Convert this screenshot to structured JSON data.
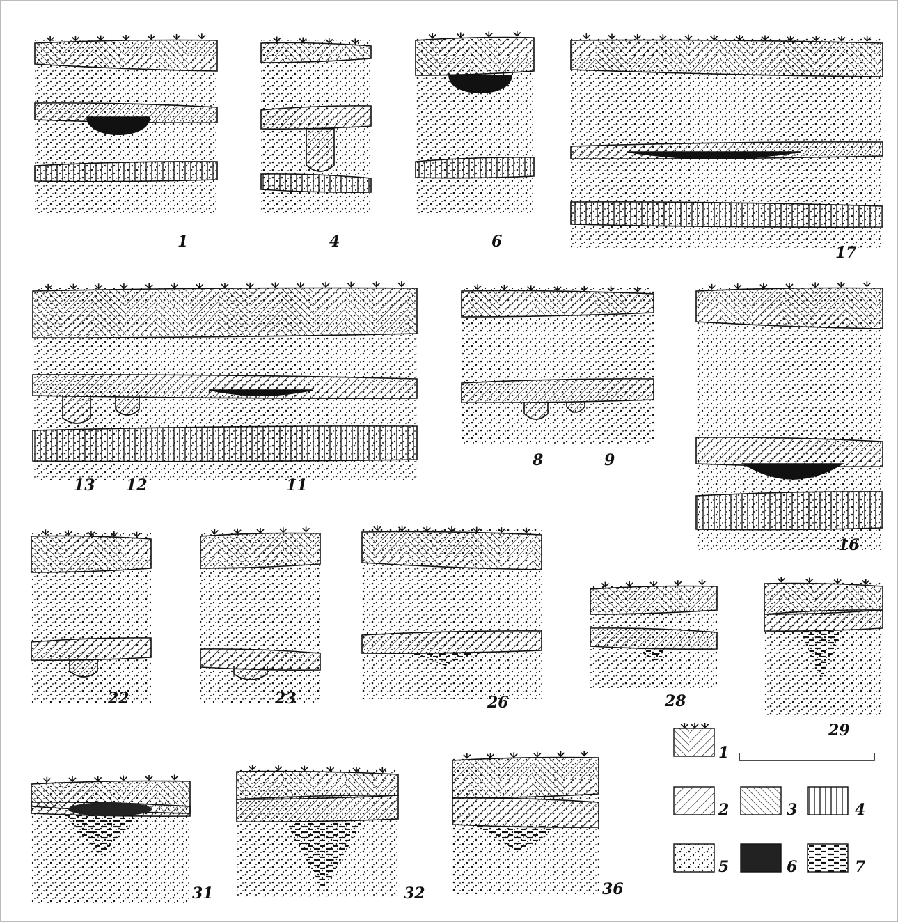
{
  "sections": [
    {
      "id": "s1",
      "label": "1"
    },
    {
      "id": "s4",
      "label": "4"
    },
    {
      "id": "s6",
      "label": "6"
    },
    {
      "id": "s17",
      "label": "17"
    },
    {
      "id": "s11",
      "labels": [
        "13",
        "12",
        "11"
      ]
    },
    {
      "id": "s8",
      "labels": [
        "8",
        "9"
      ]
    },
    {
      "id": "s16",
      "label": "16"
    },
    {
      "id": "s22",
      "label": "22"
    },
    {
      "id": "s23",
      "label": "23"
    },
    {
      "id": "s26",
      "label": "26"
    },
    {
      "id": "s28",
      "label": "28"
    },
    {
      "id": "s29",
      "label": "29"
    },
    {
      "id": "s31",
      "label": "31"
    },
    {
      "id": "s32",
      "label": "32"
    },
    {
      "id": "s36",
      "label": "36"
    }
  ],
  "legend": [
    {
      "num": "1",
      "pattern": "topsoil-crosshatch-with-grass"
    },
    {
      "num": "2",
      "pattern": "hatch-right"
    },
    {
      "num": "3",
      "pattern": "hatch-left"
    },
    {
      "num": "4",
      "pattern": "vertical-lines"
    },
    {
      "num": "5",
      "pattern": "dots"
    },
    {
      "num": "6",
      "pattern": "solid-black"
    },
    {
      "num": "7",
      "pattern": "dashes"
    }
  ],
  "colors": {
    "ink": "#111111",
    "paper": "#ffffff"
  }
}
